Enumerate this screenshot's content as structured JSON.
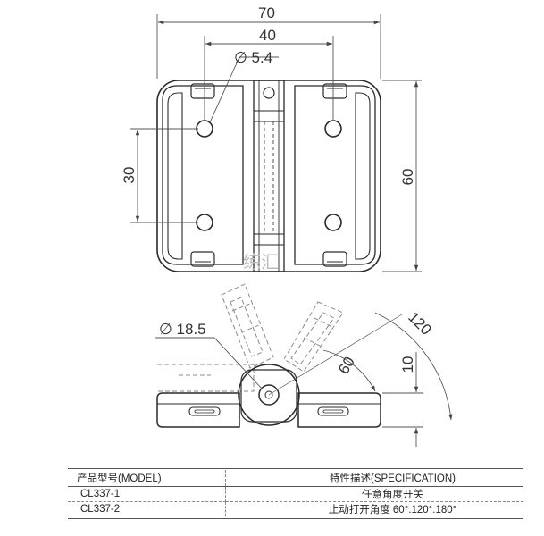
{
  "dimensions": {
    "overall_width": "70",
    "hole_spacing_horizontal": "40",
    "hole_diameter": "∅ 5.4",
    "hole_spacing_vertical": "30",
    "overall_height": "60",
    "knuckle_diameter": "∅ 18.5",
    "angle_120": "120",
    "angle_60": "60",
    "thickness": "10"
  },
  "watermark": "练汇",
  "spec_table": {
    "header_model": "产品型号(MODEL)",
    "header_spec": "特性描述(SPECIFICATION)",
    "rows": [
      {
        "model": "CL337-1",
        "spec": "任意角度开关"
      },
      {
        "model": "CL337-2",
        "spec": "止动打开角度 60°.120°.180°"
      }
    ]
  },
  "colors": {
    "line": "#2a2a2a",
    "dim": "#555555",
    "ghost": "#9a9a9a"
  }
}
